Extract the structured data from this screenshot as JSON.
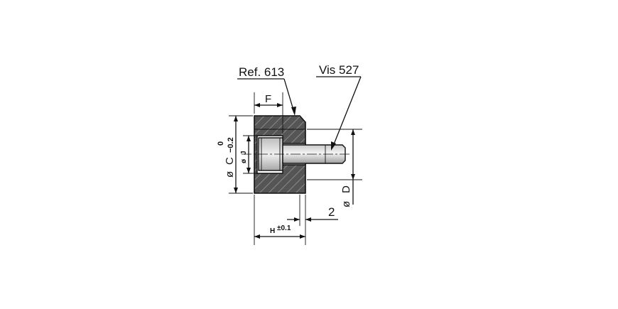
{
  "labels": {
    "ref": "Ref. 613",
    "vis": "Vis 527",
    "dim_f": "F",
    "dim_c": "C",
    "dim_c_tol_upper": "0",
    "dim_c_tol_lower": "−0.2",
    "dim_j": "J",
    "dim_d": "D",
    "dim_2": "2",
    "dim_h": "H",
    "dim_h_tol": "±0.1",
    "diameter_symbol": "ø"
  },
  "colors": {
    "body_fill": "#555555",
    "hatch": "#8a8a8a",
    "screw_light": "#eeeeee",
    "screw_mid": "#b5b5b5",
    "line": "#111111"
  }
}
